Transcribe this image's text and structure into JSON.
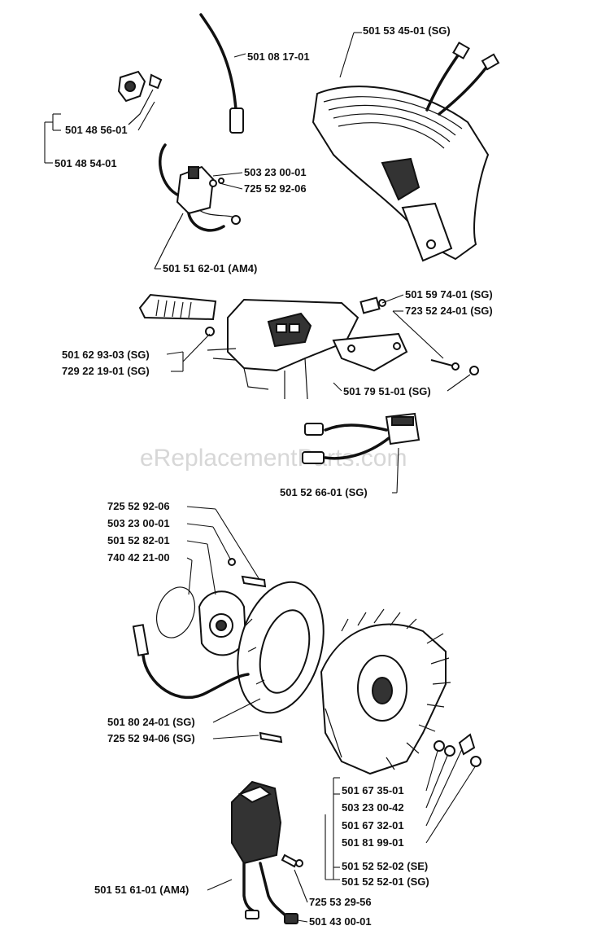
{
  "watermark": "eReplacementParts.com",
  "labels": {
    "wire_top": "501 08 17-01",
    "cable_ignition": "501 53 45-01  (SG)",
    "switch_1": "501 48 56-01",
    "switch_2": "501 48 54-01",
    "screw_1": "503 23  00-01",
    "screw_2": "725 52 92-06",
    "module_am4_top": "501 51 62-01 (AM4)",
    "cover_1": "501 62 93-03 (SG)",
    "cover_2": "729 22 19-01 (SG)",
    "sg_1": "501 59 74-01  (SG)",
    "sg_2": "723 52 24-01  (SG)",
    "bracket": "501 79 51-01 (SG)",
    "connector": "501 52 66-01 (SG)",
    "stator_1": "725 52 92-06",
    "stator_2": "503 23 00-01",
    "stator_3": "501 52 82-01",
    "stator_4": "740 42 21-00",
    "coil_1": "501 80 24-01 (SG)",
    "coil_2": "725 52 94-06 (SG)",
    "fw_1": "501 67 35-01",
    "fw_2": "503 23 00-42",
    "fw_3": "501 67 32-01",
    "fw_4": "501 81 99-01",
    "fw_5": "501 52 52-02 (SE)",
    "fw_6": "501 52 52-01 (SG)",
    "module_am4_bottom": "501 51 61-01 (AM4)",
    "bolt": "725 53 29-56",
    "nut": "501 43 00-01"
  }
}
